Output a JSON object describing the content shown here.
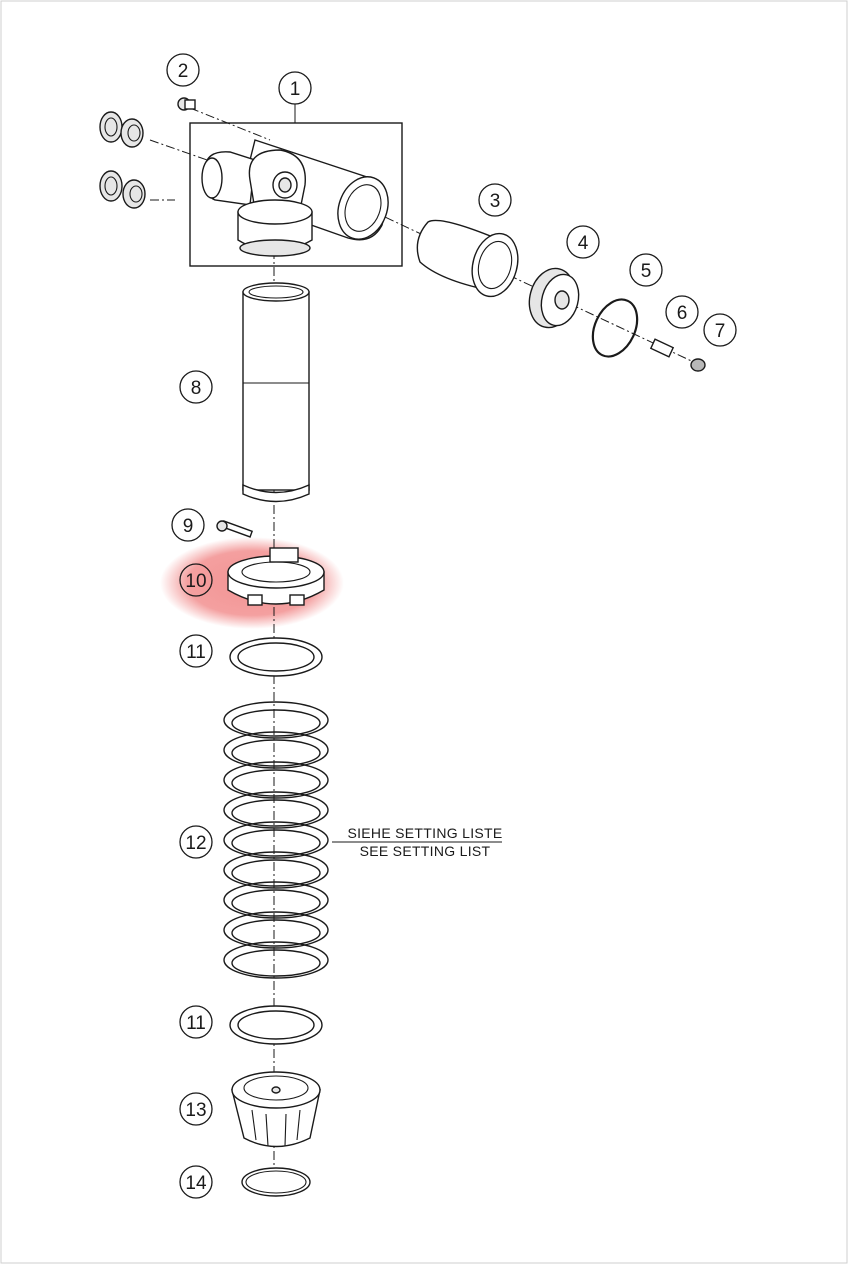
{
  "callouts": [
    {
      "id": "1",
      "label": "1"
    },
    {
      "id": "2",
      "label": "2"
    },
    {
      "id": "3",
      "label": "3"
    },
    {
      "id": "4",
      "label": "4"
    },
    {
      "id": "5",
      "label": "5"
    },
    {
      "id": "6",
      "label": "6"
    },
    {
      "id": "7",
      "label": "7"
    },
    {
      "id": "8",
      "label": "8"
    },
    {
      "id": "9",
      "label": "9"
    },
    {
      "id": "10",
      "label": "10"
    },
    {
      "id": "11a",
      "label": "11"
    },
    {
      "id": "12",
      "label": "12"
    },
    {
      "id": "11b",
      "label": "11"
    },
    {
      "id": "13",
      "label": "13"
    },
    {
      "id": "14",
      "label": "14"
    }
  ],
  "note": {
    "line1": "SIEHE SETTING LISTE",
    "line2": "SEE SETTING LIST"
  },
  "highlight": {
    "part": "10",
    "color": "#f08080"
  }
}
